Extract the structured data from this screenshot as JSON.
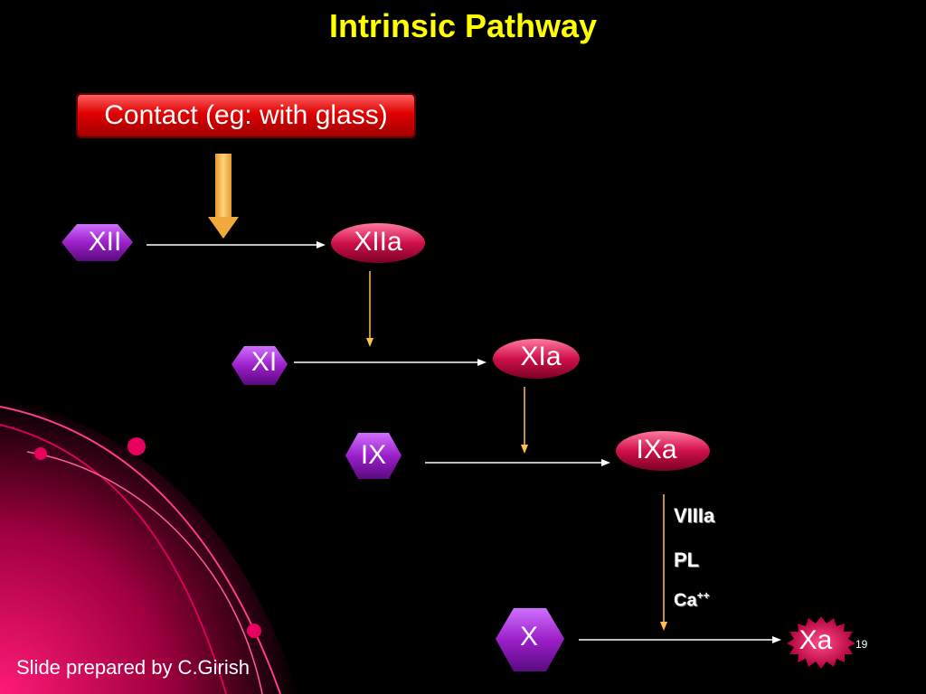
{
  "title": "Intrinsic Pathway",
  "contact": "Contact (eg: with glass)",
  "nodes": {
    "xii": "XII",
    "xiia": "XIIa",
    "xi": "XI",
    "xia": "XIa",
    "ix": "IX",
    "ixa": "IXa",
    "x": "X",
    "xa": "Xa"
  },
  "cofactors": {
    "viiia": "VIIIa",
    "pl": "PL",
    "ca": "Ca",
    "ca_sup": "++"
  },
  "footer": "Slide prepared by C.Girish",
  "page_number": "19",
  "colors": {
    "title": "#ffff00",
    "hexagon": "#9b1fc9",
    "oval": "#d0104a",
    "contact_box": "#e00000",
    "arrow": "#ffc04d"
  }
}
